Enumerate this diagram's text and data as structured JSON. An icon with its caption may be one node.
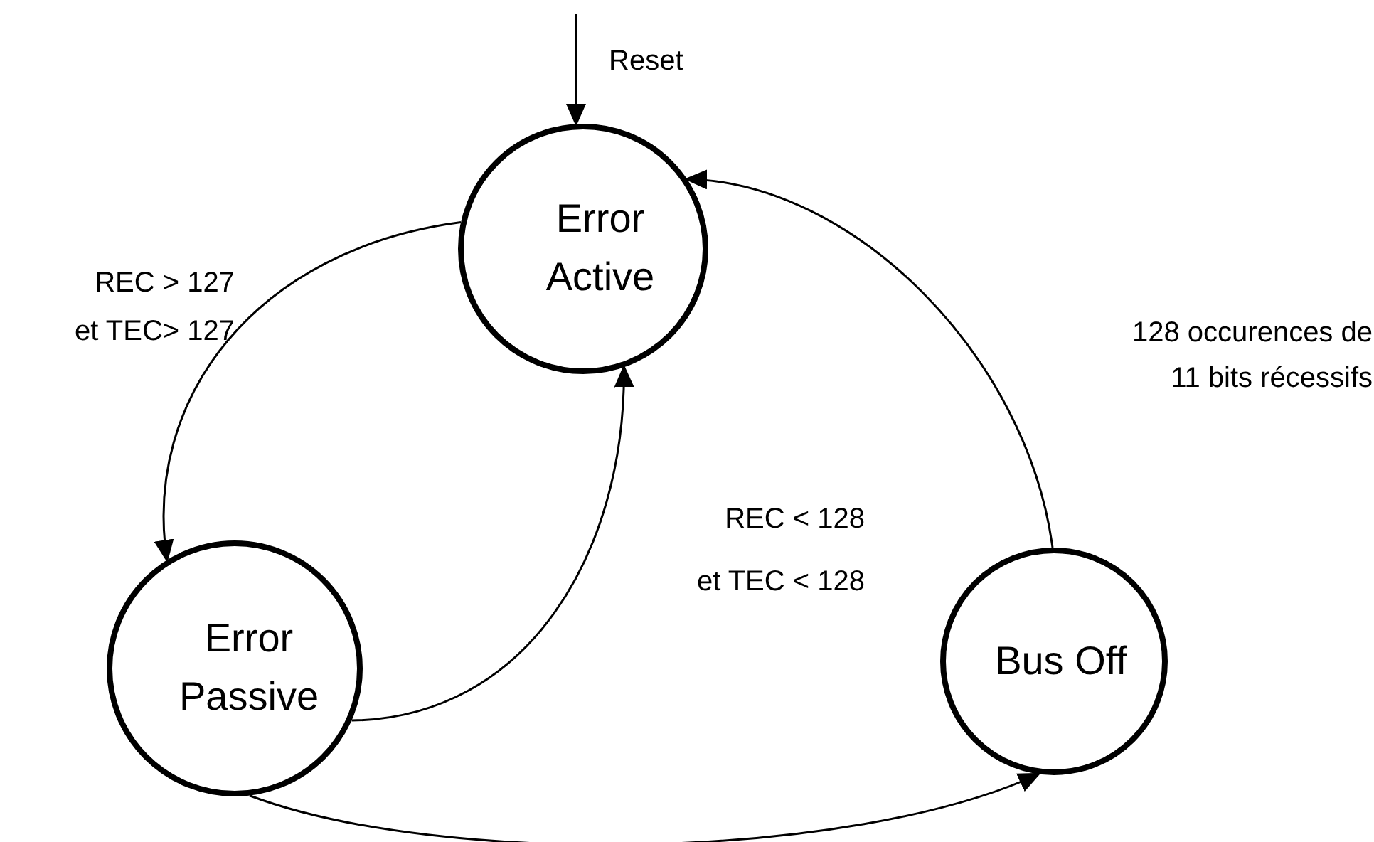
{
  "diagram": {
    "nodes": [
      {
        "text": [
          "Error Active"
        ]
      },
      {
        "text": [
          "Error Passive"
        ]
      },
      {
        "text": [
          "Bus Off"
        ]
      }
    ],
    "edges": [
      {
        "from": null,
        "to": 0,
        "arrow": "to",
        "label": "Reset"
      },
      {
        "from": 0,
        "to": 1,
        "arrow": "to",
        "label": "REC > 127 et TEC> 127"
      },
      {
        "from": 1,
        "to": 0,
        "arrow": "to",
        "label": "REC < 128 et TEC < 128"
      },
      {
        "from": 1,
        "to": 2,
        "arrow": "to"
      },
      {
        "from": 2,
        "to": 0,
        "arrow": "to",
        "label": "128 occurences de 11 bits récessifs"
      }
    ]
  }
}
